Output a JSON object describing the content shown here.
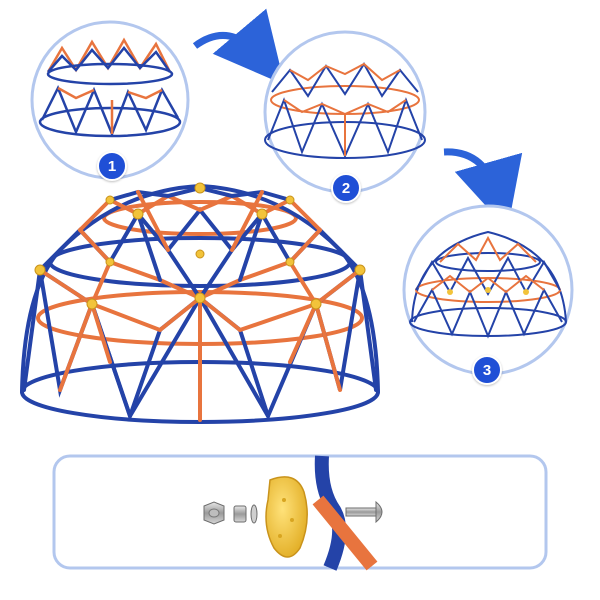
{
  "colors": {
    "frame_blue": "#2443a8",
    "frame_orange": "#e8743e",
    "joint_yellow": "#f2c33a",
    "circle_border": "#b3c7ee",
    "arrow_blue": "#2c63d9",
    "badge_blue": "#1f4fd6",
    "panel_border": "#b3c7ee"
  },
  "steps": [
    {
      "number": "1"
    },
    {
      "number": "2"
    },
    {
      "number": "3"
    }
  ],
  "icons": [
    "curved-arrow-icon",
    "nut-icon",
    "washer-icon",
    "bolt-icon",
    "climbing-hold-icon"
  ]
}
